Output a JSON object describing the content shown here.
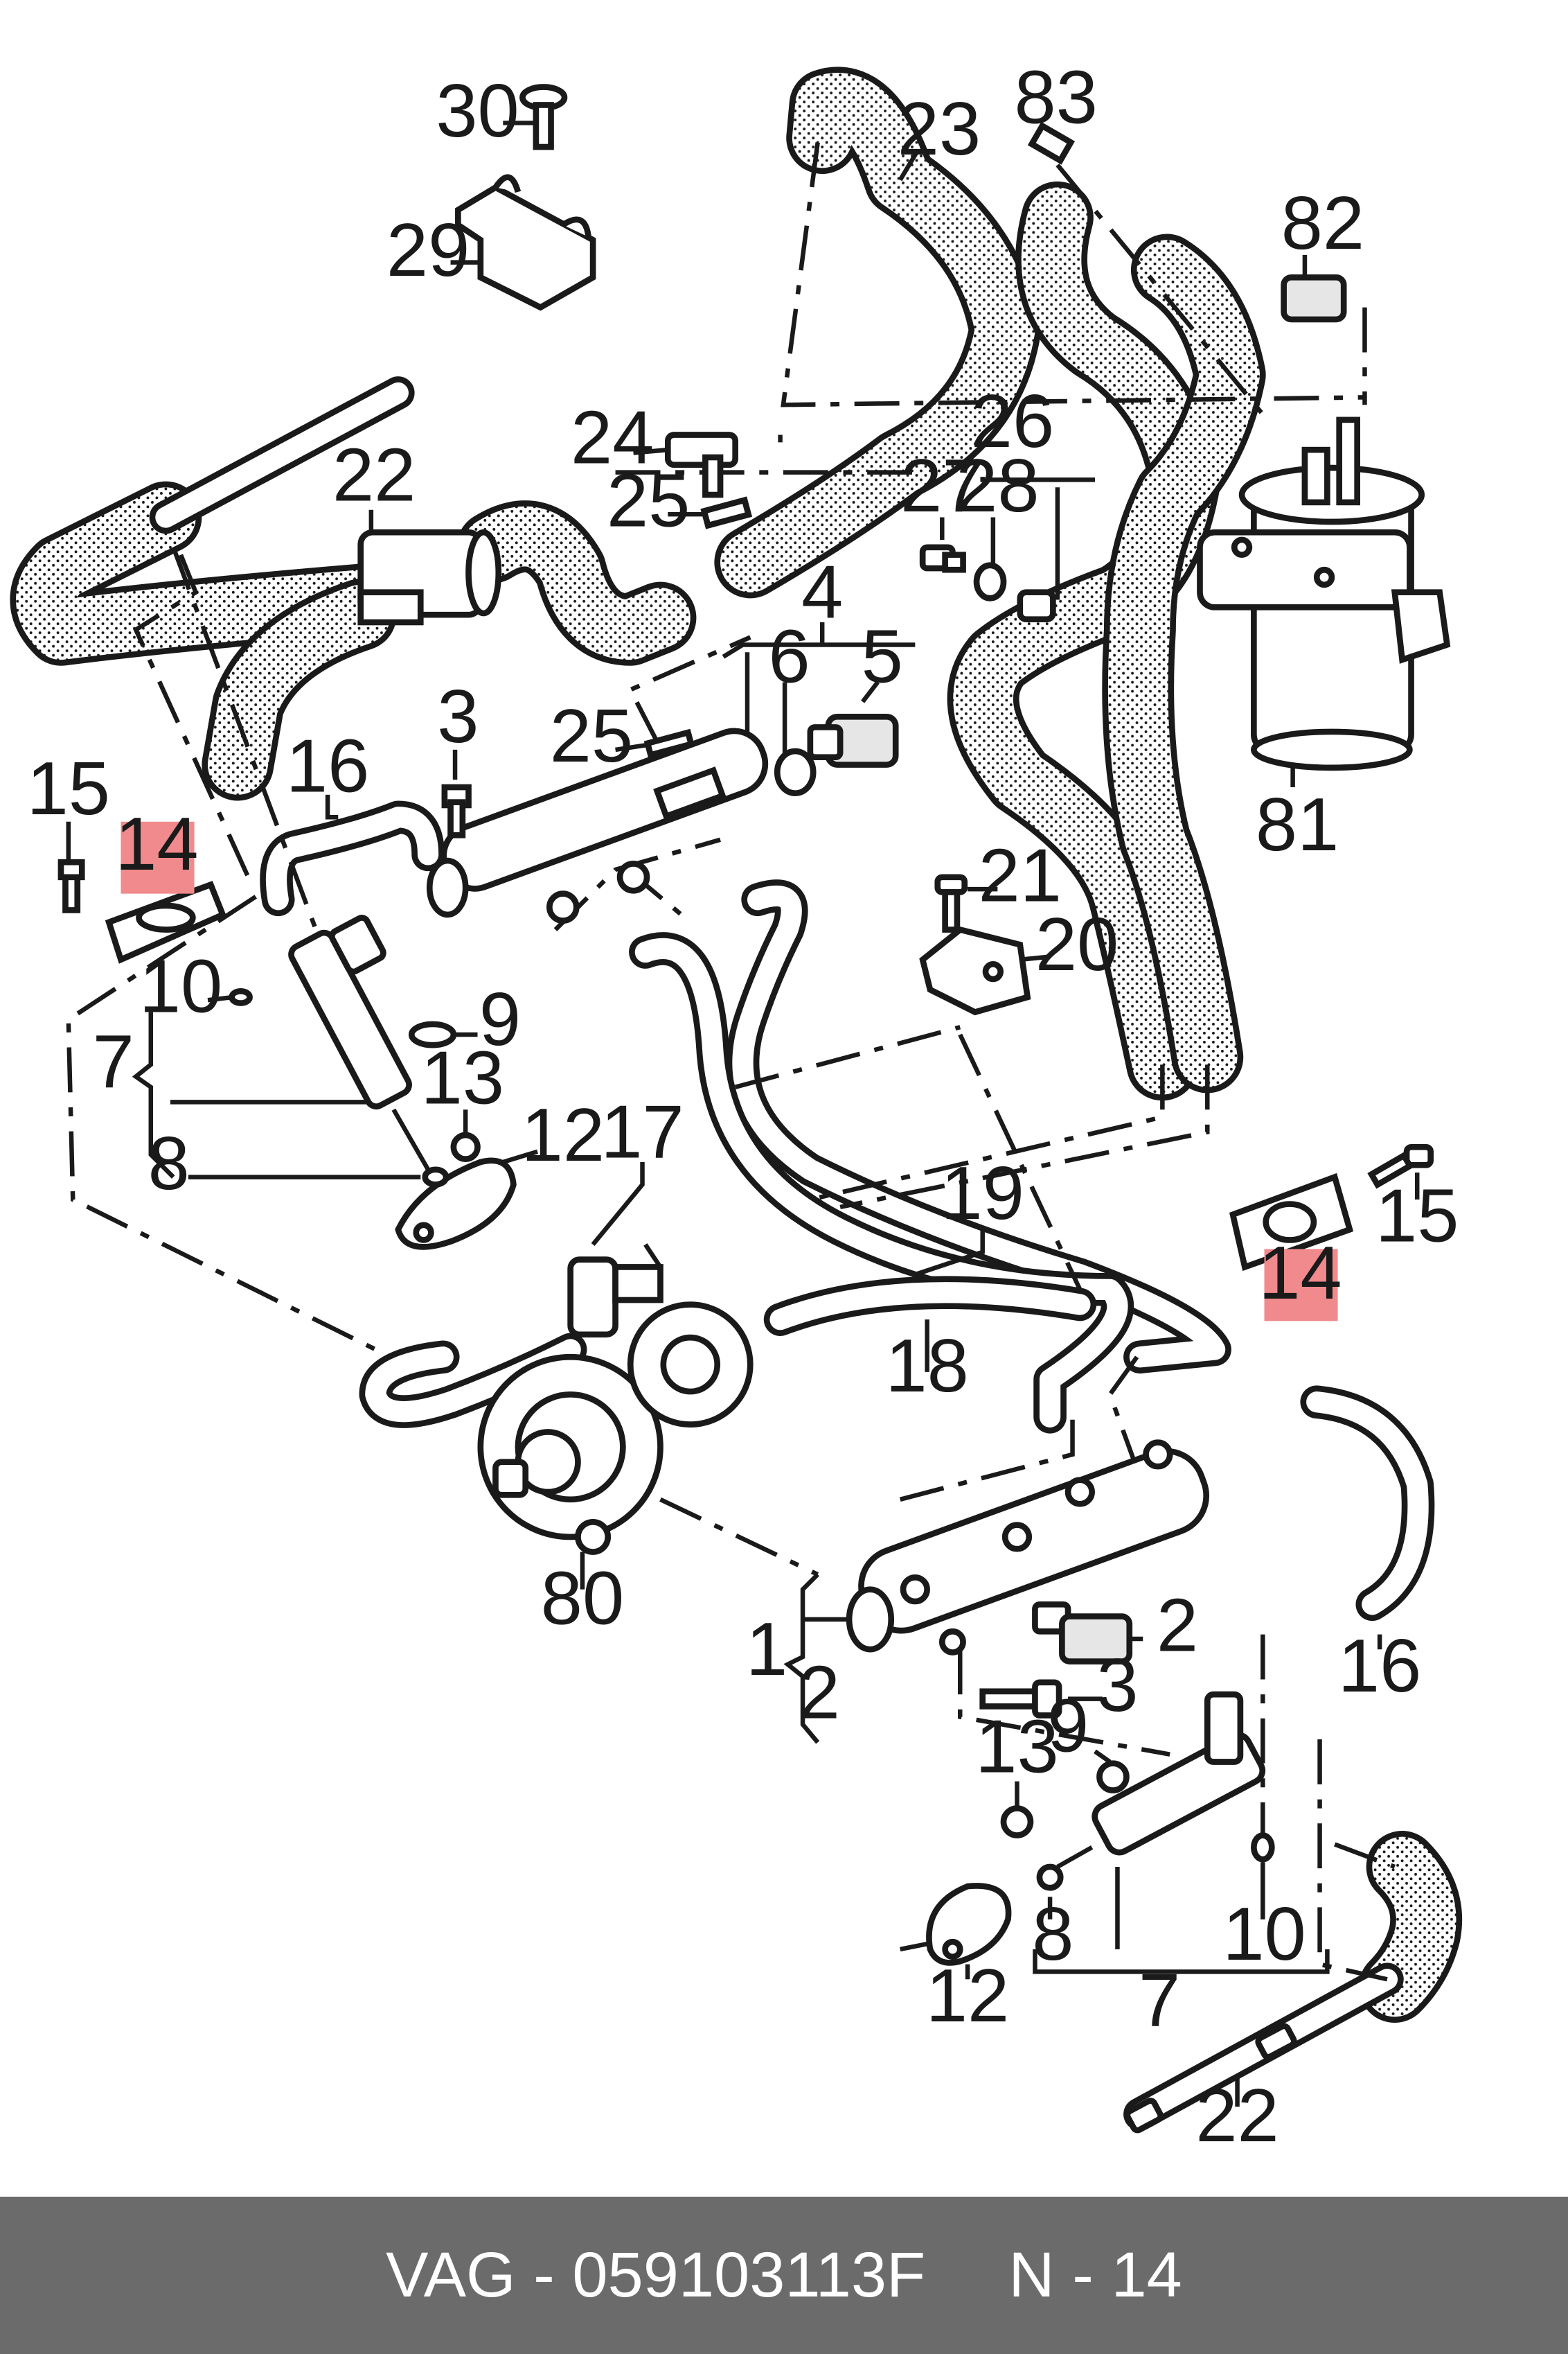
{
  "highlight_color": "#f08a8c",
  "footer": {
    "brand": "VAG",
    "separator": " - ",
    "part_number": "059103113F",
    "ref_prefix": "N",
    "ref_separator": " - ",
    "ref_number": "14"
  },
  "callouts": {
    "c30": "30",
    "c29": "29",
    "c23": "23",
    "c83": "83",
    "c82": "82",
    "c22a": "22",
    "c24": "24",
    "c25a": "25",
    "c26": "26",
    "c27": "27",
    "c28": "28",
    "c4": "4",
    "c6": "6",
    "c5": "5",
    "c3a": "3",
    "c25b": "25",
    "c16a": "16",
    "c15a": "15",
    "c14a": "14",
    "c81": "81",
    "c21": "21",
    "c20": "20",
    "c10a": "10",
    "c9a": "9",
    "c7a": "7",
    "c13a": "13",
    "c12a": "12",
    "c8a": "8",
    "c17": "17",
    "c19": "19",
    "c15b": "15",
    "c14b": "14",
    "c18": "18",
    "c80": "80",
    "c2a": "2",
    "c1": "1",
    "c2b": "2",
    "c3b": "3",
    "c16b": "16",
    "c9b": "9",
    "c13b": "13",
    "c8b": "8",
    "c10b": "10",
    "c12b": "12",
    "c7b": "7",
    "c22b": "22"
  }
}
